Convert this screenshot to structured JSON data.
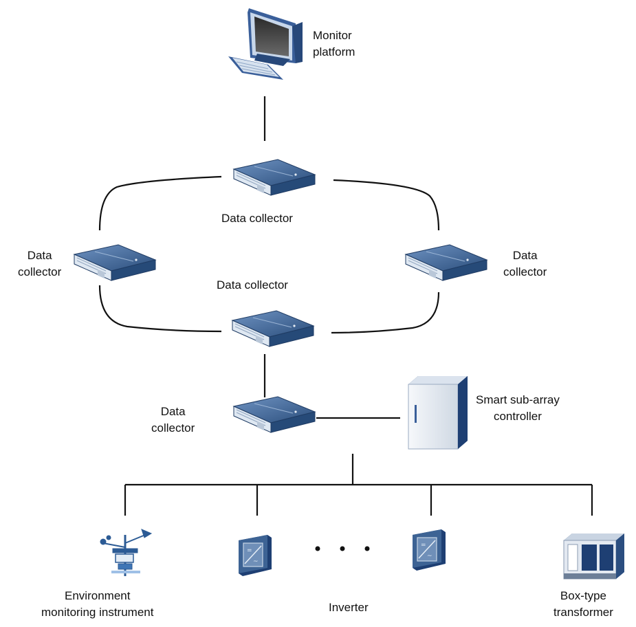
{
  "labels": {
    "monitor_platform": [
      "Monitor",
      "platform"
    ],
    "collector_top": "Data collector",
    "collector_left": [
      "Data",
      "collector"
    ],
    "collector_right": [
      "Data",
      "collector"
    ],
    "collector_mid": "Data collector",
    "collector_bottom": [
      "Data",
      "collector"
    ],
    "smart_controller": [
      "Smart sub-array",
      "controller"
    ],
    "environment": [
      "Environment",
      "monitoring instrument"
    ],
    "inverter": "Inverter",
    "transformer": [
      "Box-type",
      "transformer"
    ]
  },
  "colors": {
    "line": "#111111",
    "device_dark": "#1f3b63",
    "device_mid": "#3e6a9c",
    "device_light": "#dfe8f2",
    "cabinet_body": "#e8edf3",
    "cabinet_side": "#1e3f73",
    "monitor_blue": "#3a5f9a"
  },
  "icons": [
    "monitor-icon",
    "data-collector-icon",
    "cabinet-icon",
    "weather-station-icon",
    "inverter-icon",
    "transformer-icon",
    "ellipsis-dots"
  ]
}
